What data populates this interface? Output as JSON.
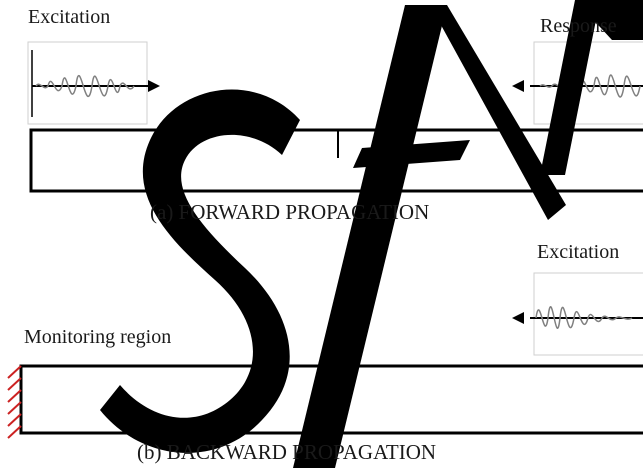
{
  "panel_a": {
    "excitation_label": "Excitation",
    "response_label": "Response",
    "caption": "(a)  FORWARD PROPAGATION"
  },
  "panel_b": {
    "excitation_label": "Excitation",
    "monitoring_label": "Monitoring region",
    "caption": "(b)  BACKWARD PROPAGATION"
  },
  "watermark": {
    "text": "SAMPLE",
    "color": "#000000"
  },
  "colors": {
    "wave": "#808080",
    "clamp": "#cc2222",
    "beam": "#000000"
  }
}
